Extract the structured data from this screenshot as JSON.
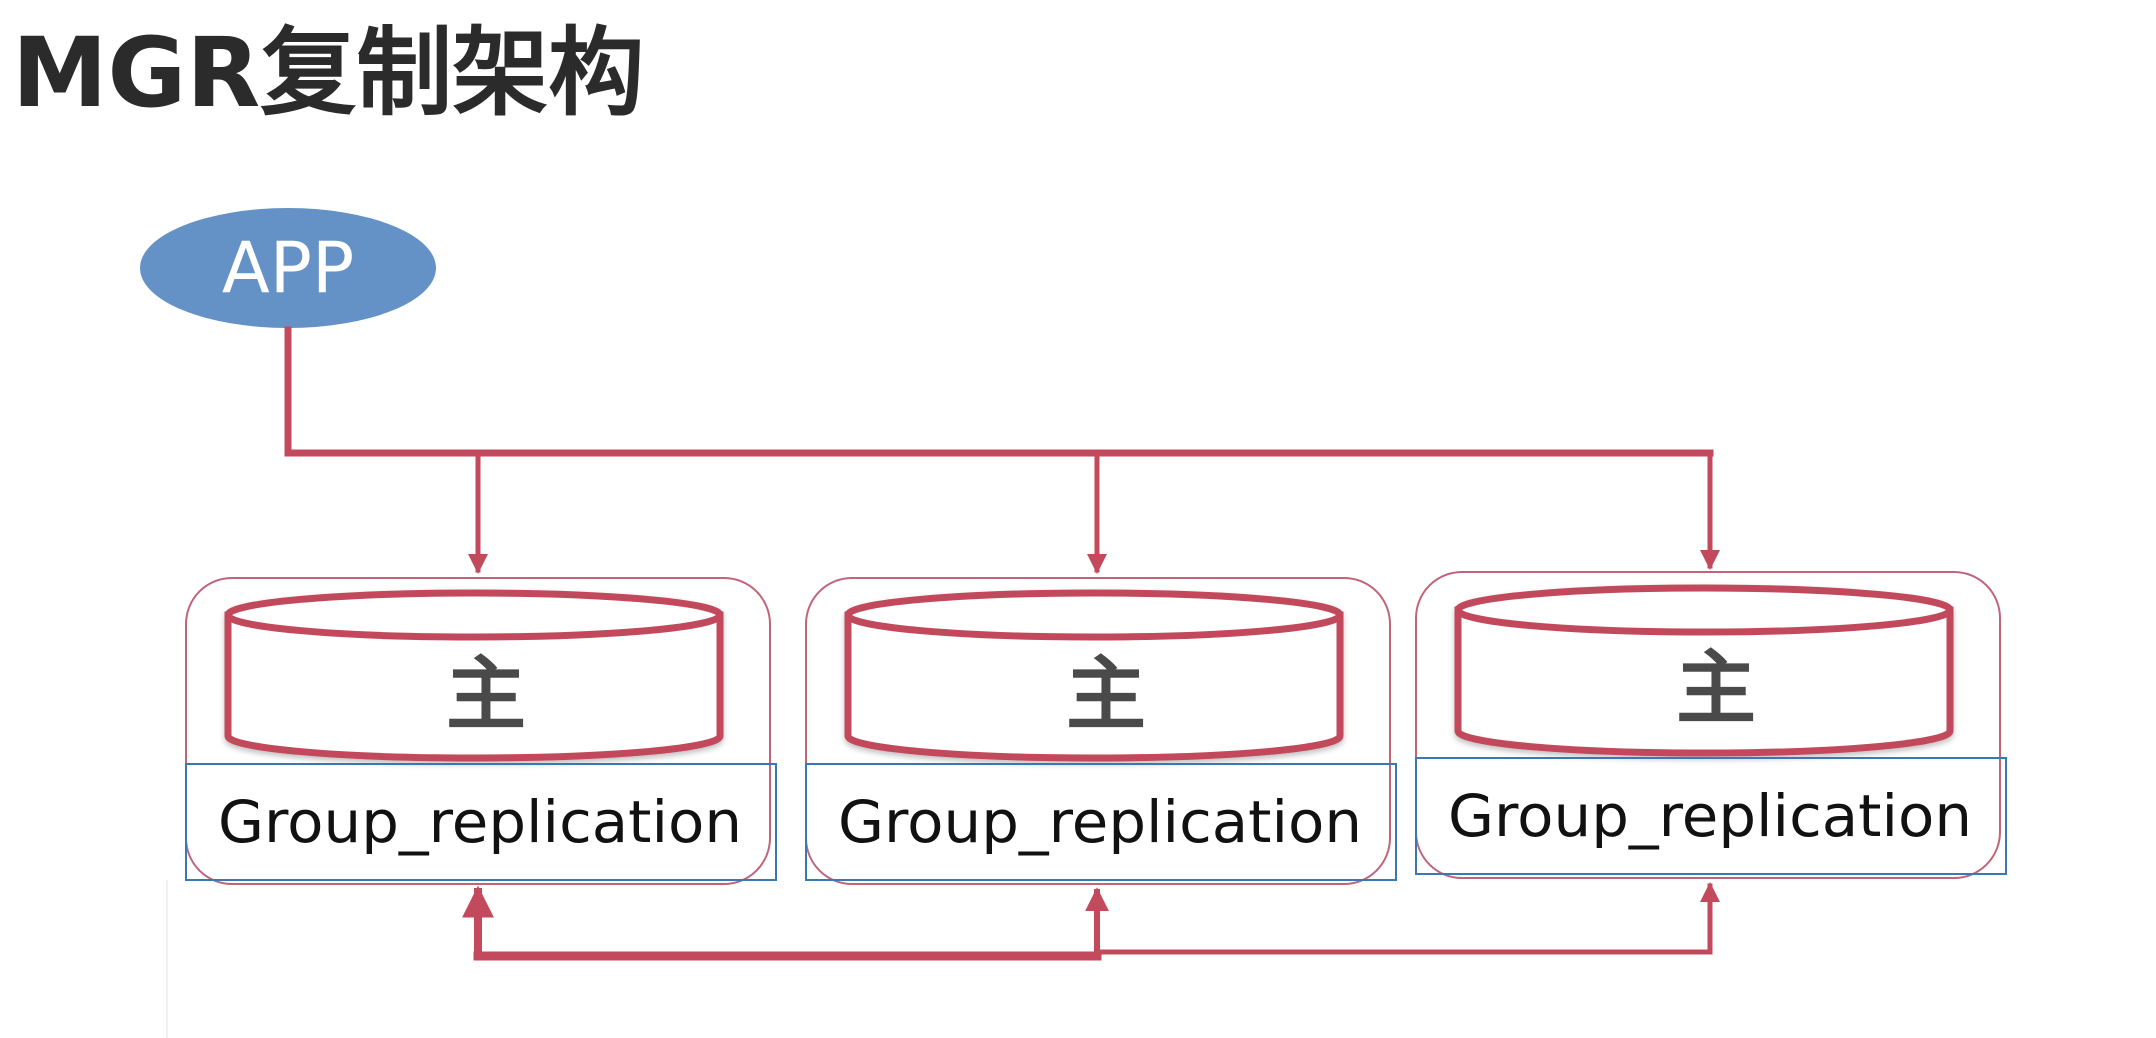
{
  "title": "MGR复制架构",
  "app": {
    "label": "APP"
  },
  "nodes": [
    {
      "db_label": "主",
      "module_label": "Group_replication"
    },
    {
      "db_label": "主",
      "module_label": "Group_replication"
    },
    {
      "db_label": "主",
      "module_label": "Group_replication"
    }
  ],
  "colors": {
    "title": "#2b2b2b",
    "app_fill": "#6592c6",
    "connector": "#c24a5c",
    "node_border": "#c0647a",
    "module_border": "#3b77b0",
    "db_text": "#4a4a4a"
  }
}
